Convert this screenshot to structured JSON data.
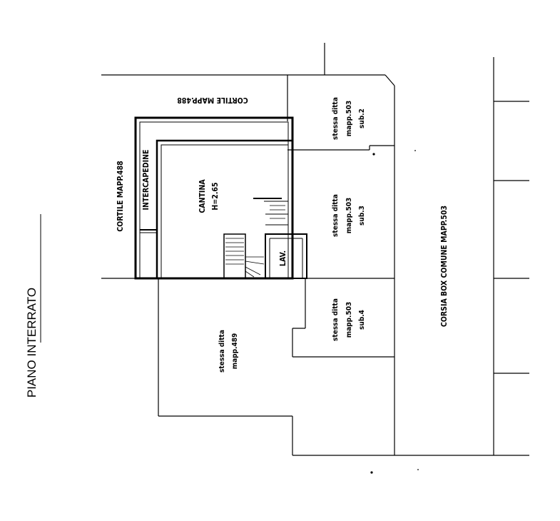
{
  "plan": {
    "title": "PIANO INTERRATO",
    "labels": {
      "cortile_top": "CORTILE MAPP.488",
      "cortile_left": "CORTILE MAPP.488",
      "intercapedine": "INTERCAPEDINE",
      "cantina": "CANTINA",
      "cantina_height": "H=2.65",
      "lav": "LAV.",
      "corsia": "CORSIA BOX COMUNE MAPP.503"
    },
    "neighbors": {
      "sub2": {
        "line1": "stessa ditta",
        "line2": "mapp.503",
        "line3": "sub.2"
      },
      "sub3": {
        "line1": "stessa ditta",
        "line2": "mapp.503",
        "line3": "sub.3"
      },
      "sub4": {
        "line1": "stessa ditta",
        "line2": "mapp.503",
        "line3": "sub.4"
      },
      "mapp489": {
        "line1": "stessa ditta",
        "line2": "mapp.489"
      }
    }
  }
}
